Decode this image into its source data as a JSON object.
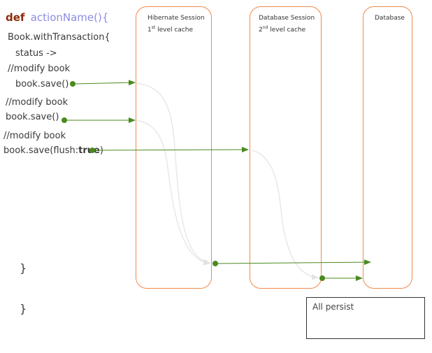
{
  "code": {
    "keyword": "def",
    "method": "actionName(){",
    "line1": "Book.withTransaction{",
    "line2": "status ->",
    "comment1": "//modify book",
    "save1": "book.save()",
    "comment2": "//modify book",
    "save2": "book.save()",
    "comment3": "//modify book",
    "save3_prefix": "book.save(flush:",
    "save3_value": "true",
    "save3_suffix": ")",
    "close_inner": "}",
    "close_outer": "}"
  },
  "lanes": [
    {
      "title": "Hibernate Session",
      "subtitle_num": "1",
      "subtitle_sup": "st",
      "subtitle_rest": " level cache"
    },
    {
      "title": "Database Session",
      "subtitle_num": "2",
      "subtitle_sup": "nd",
      "subtitle_rest": " level cache"
    },
    {
      "title": "Database"
    }
  ],
  "note": {
    "text": "All persist"
  },
  "colors": {
    "lane_border": "#f08a4b",
    "arrow": "#4a8a1e",
    "flow": "#e6e6e6"
  }
}
